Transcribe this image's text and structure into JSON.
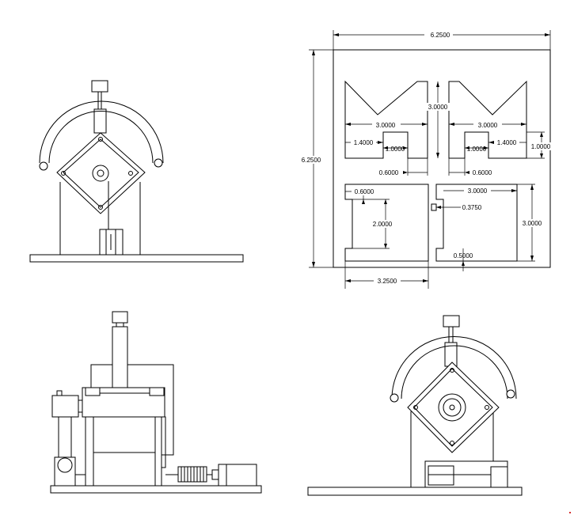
{
  "drawing": {
    "dimensions": {
      "overall_width": "6.2500",
      "overall_height": "6.2500",
      "v_width_left": "3.0000",
      "v_width_right": "3.0000",
      "v_height": "3.0000",
      "step_left": "1.4000",
      "step_right": "1.4000",
      "notch_left": "1.0000",
      "notch_right": "1.0000",
      "notch_height": "1.0000",
      "gap_left": "0.6000",
      "gap_right": "0.6000",
      "slot_width": "0.6000",
      "slot_height": "2.0000",
      "right_block_width": "3.0000",
      "right_block_height": "3.0000",
      "small_offset": "0.3750",
      "base_offset": "0.5000",
      "base_width": "3.2500"
    }
  }
}
